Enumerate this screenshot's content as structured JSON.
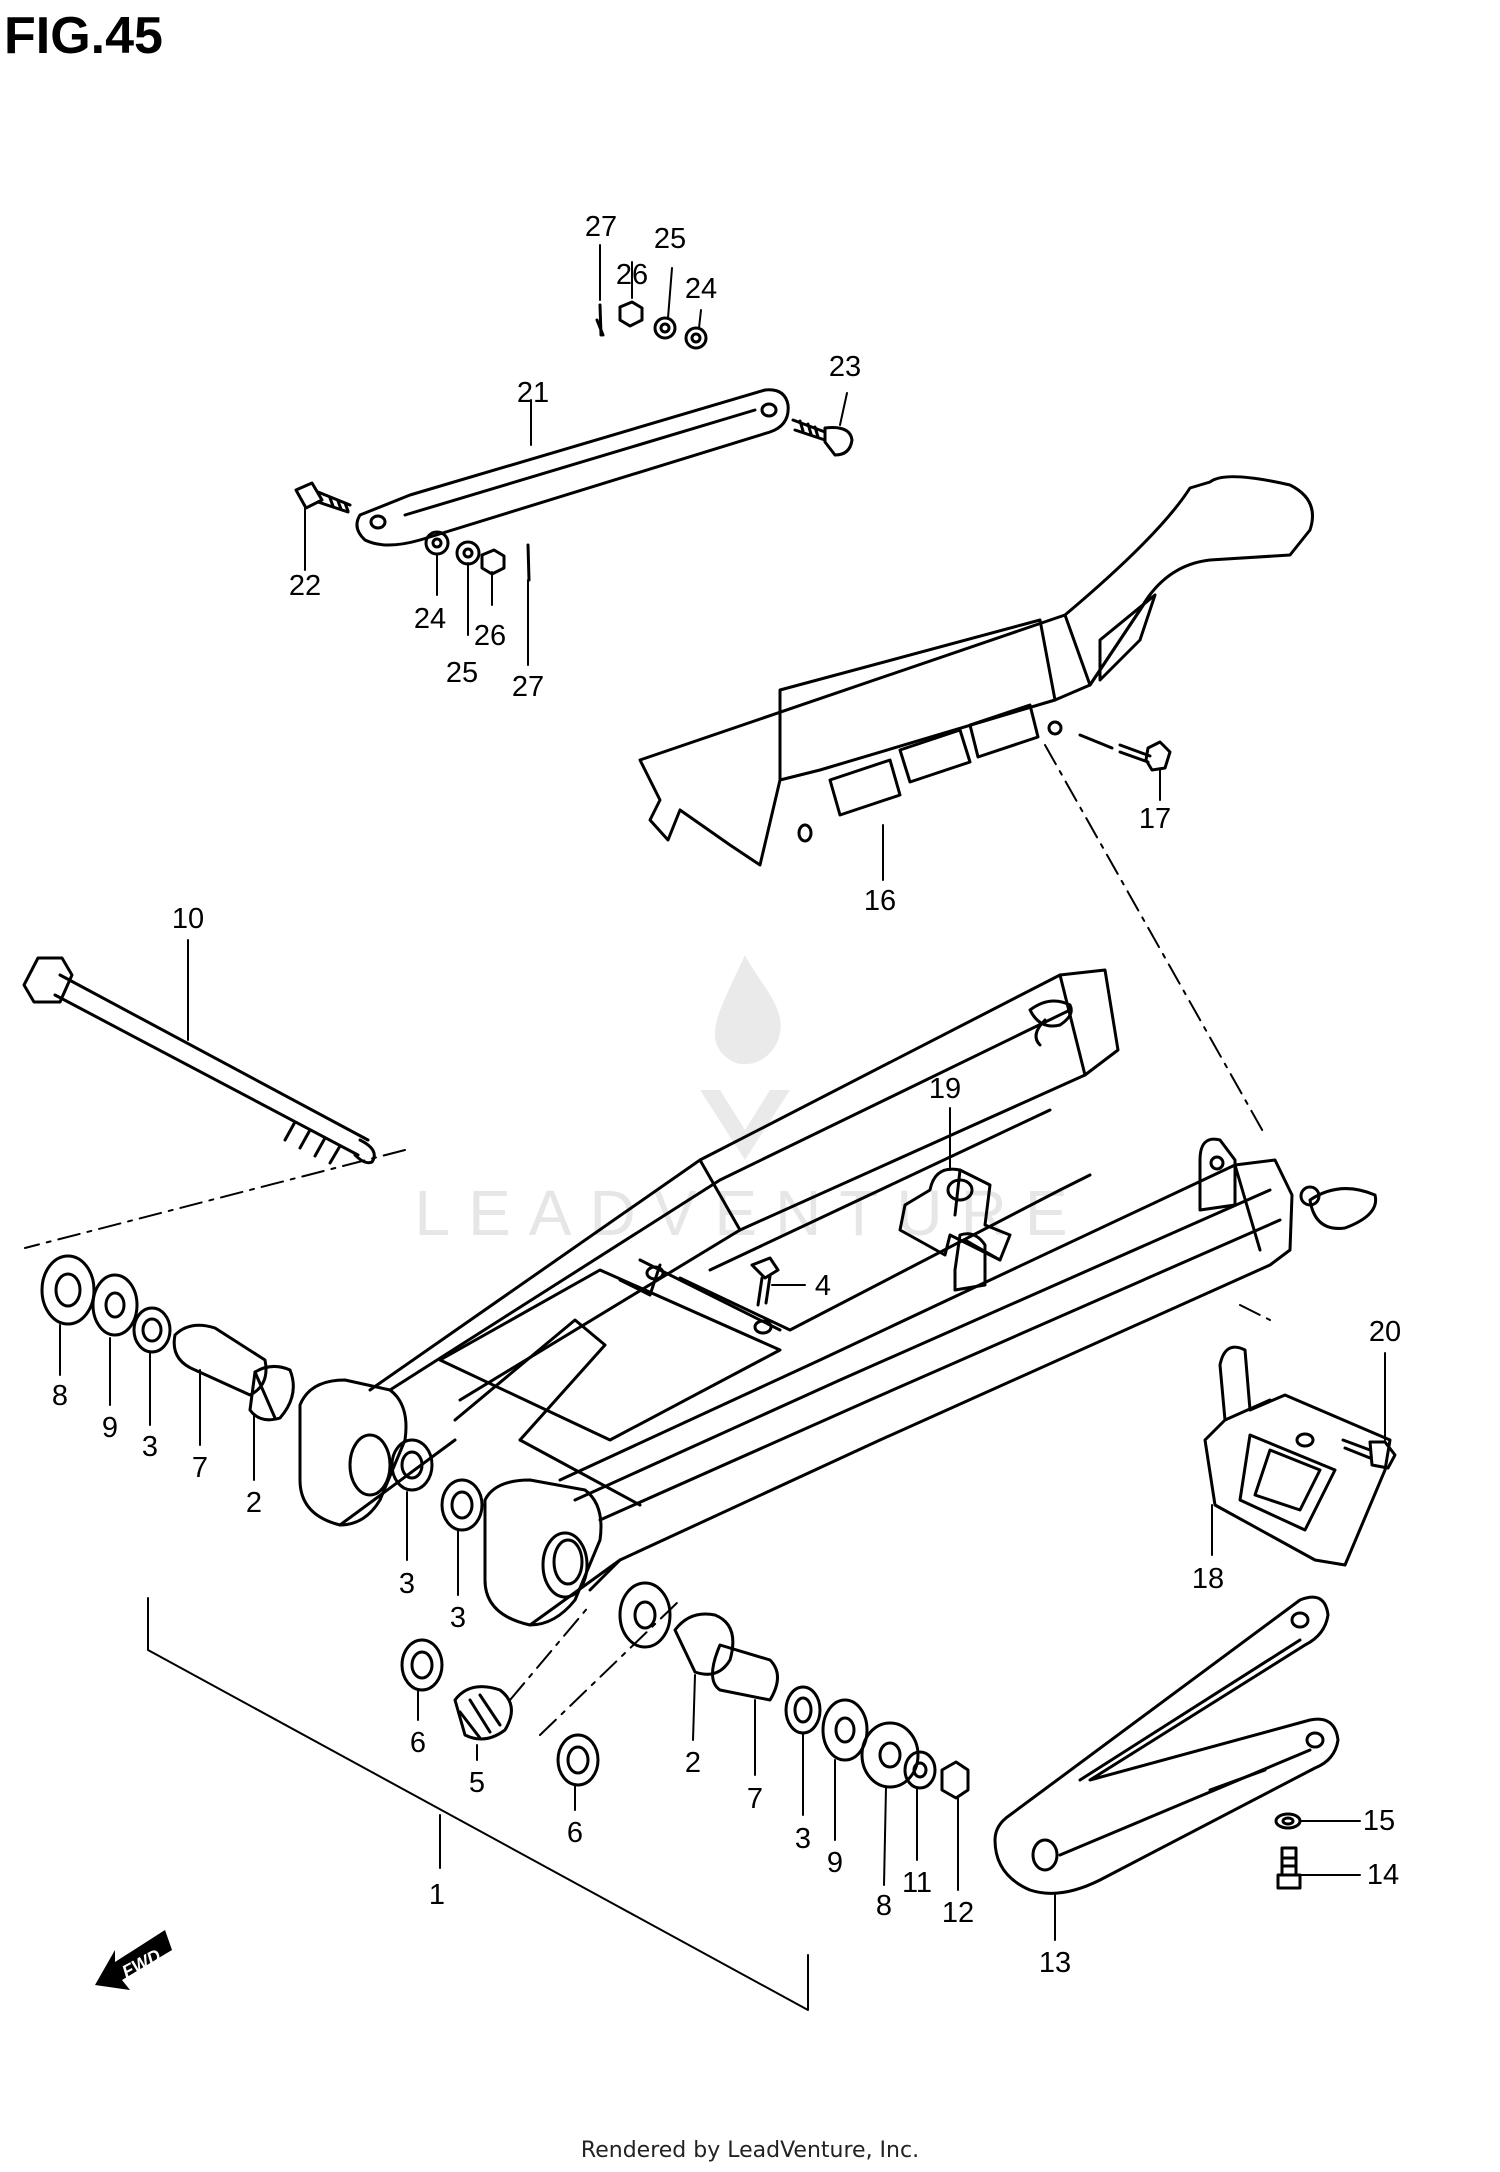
{
  "figure": {
    "title": "FIG.45"
  },
  "watermark": {
    "brand": "LEADVENTURE"
  },
  "footer": {
    "text": "Rendered by LeadVenture, Inc."
  },
  "fwd_indicator": {
    "text": "FWD",
    "icon": "fwd-arrow-icon"
  },
  "callouts": [
    {
      "id": "c1",
      "label": "1"
    },
    {
      "id": "c2a",
      "label": "2"
    },
    {
      "id": "c2b",
      "label": "2"
    },
    {
      "id": "c3a",
      "label": "3"
    },
    {
      "id": "c3b",
      "label": "3"
    },
    {
      "id": "c3c",
      "label": "3"
    },
    {
      "id": "c3d",
      "label": "3"
    },
    {
      "id": "c4",
      "label": "4"
    },
    {
      "id": "c5",
      "label": "5"
    },
    {
      "id": "c6a",
      "label": "6"
    },
    {
      "id": "c6b",
      "label": "6"
    },
    {
      "id": "c7a",
      "label": "7"
    },
    {
      "id": "c7b",
      "label": "7"
    },
    {
      "id": "c8a",
      "label": "8"
    },
    {
      "id": "c8b",
      "label": "8"
    },
    {
      "id": "c9a",
      "label": "9"
    },
    {
      "id": "c9b",
      "label": "9"
    },
    {
      "id": "c10",
      "label": "10"
    },
    {
      "id": "c11",
      "label": "11"
    },
    {
      "id": "c12",
      "label": "12"
    },
    {
      "id": "c13",
      "label": "13"
    },
    {
      "id": "c14",
      "label": "14"
    },
    {
      "id": "c15",
      "label": "15"
    },
    {
      "id": "c16",
      "label": "16"
    },
    {
      "id": "c17",
      "label": "17"
    },
    {
      "id": "c18",
      "label": "18"
    },
    {
      "id": "c19",
      "label": "19"
    },
    {
      "id": "c20",
      "label": "20"
    },
    {
      "id": "c21",
      "label": "21"
    },
    {
      "id": "c22",
      "label": "22"
    },
    {
      "id": "c23",
      "label": "23"
    },
    {
      "id": "c24a",
      "label": "24"
    },
    {
      "id": "c24b",
      "label": "24"
    },
    {
      "id": "c25a",
      "label": "25"
    },
    {
      "id": "c25b",
      "label": "25"
    },
    {
      "id": "c26a",
      "label": "26"
    },
    {
      "id": "c26b",
      "label": "26"
    },
    {
      "id": "c27a",
      "label": "27"
    },
    {
      "id": "c27b",
      "label": "27"
    }
  ]
}
